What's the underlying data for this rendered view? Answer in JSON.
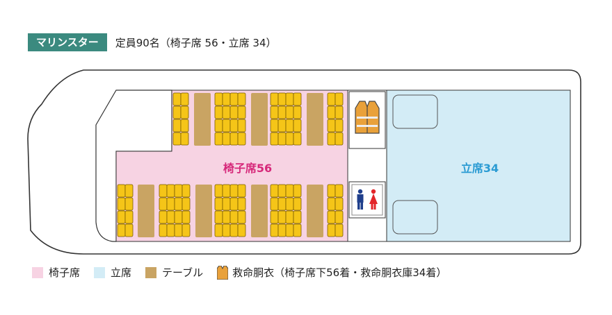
{
  "header": {
    "boat_name": "マリンスター",
    "capacity": "定員90名（椅子席 56・立席 34）"
  },
  "areas": {
    "seat_label": "椅子席56",
    "standing_label": "立席34"
  },
  "colors": {
    "seat_area": "#f7d3e3",
    "standing_area": "#d3ecf6",
    "table": "#c9a463",
    "chair": "#f5c518",
    "chair_stroke": "#7a5c00",
    "seat_text": "#d6287a",
    "standing_text": "#2a9bd3",
    "hull_stroke": "#333333"
  },
  "icons": {
    "life_jacket": "life-jacket-icon",
    "restroom": "restroom-icon"
  },
  "legend": {
    "seat": "椅子席",
    "standing": "立席",
    "table": "テーブル",
    "life_jacket": "救命胴衣（椅子席下56着・救命胴衣庫34着）"
  }
}
